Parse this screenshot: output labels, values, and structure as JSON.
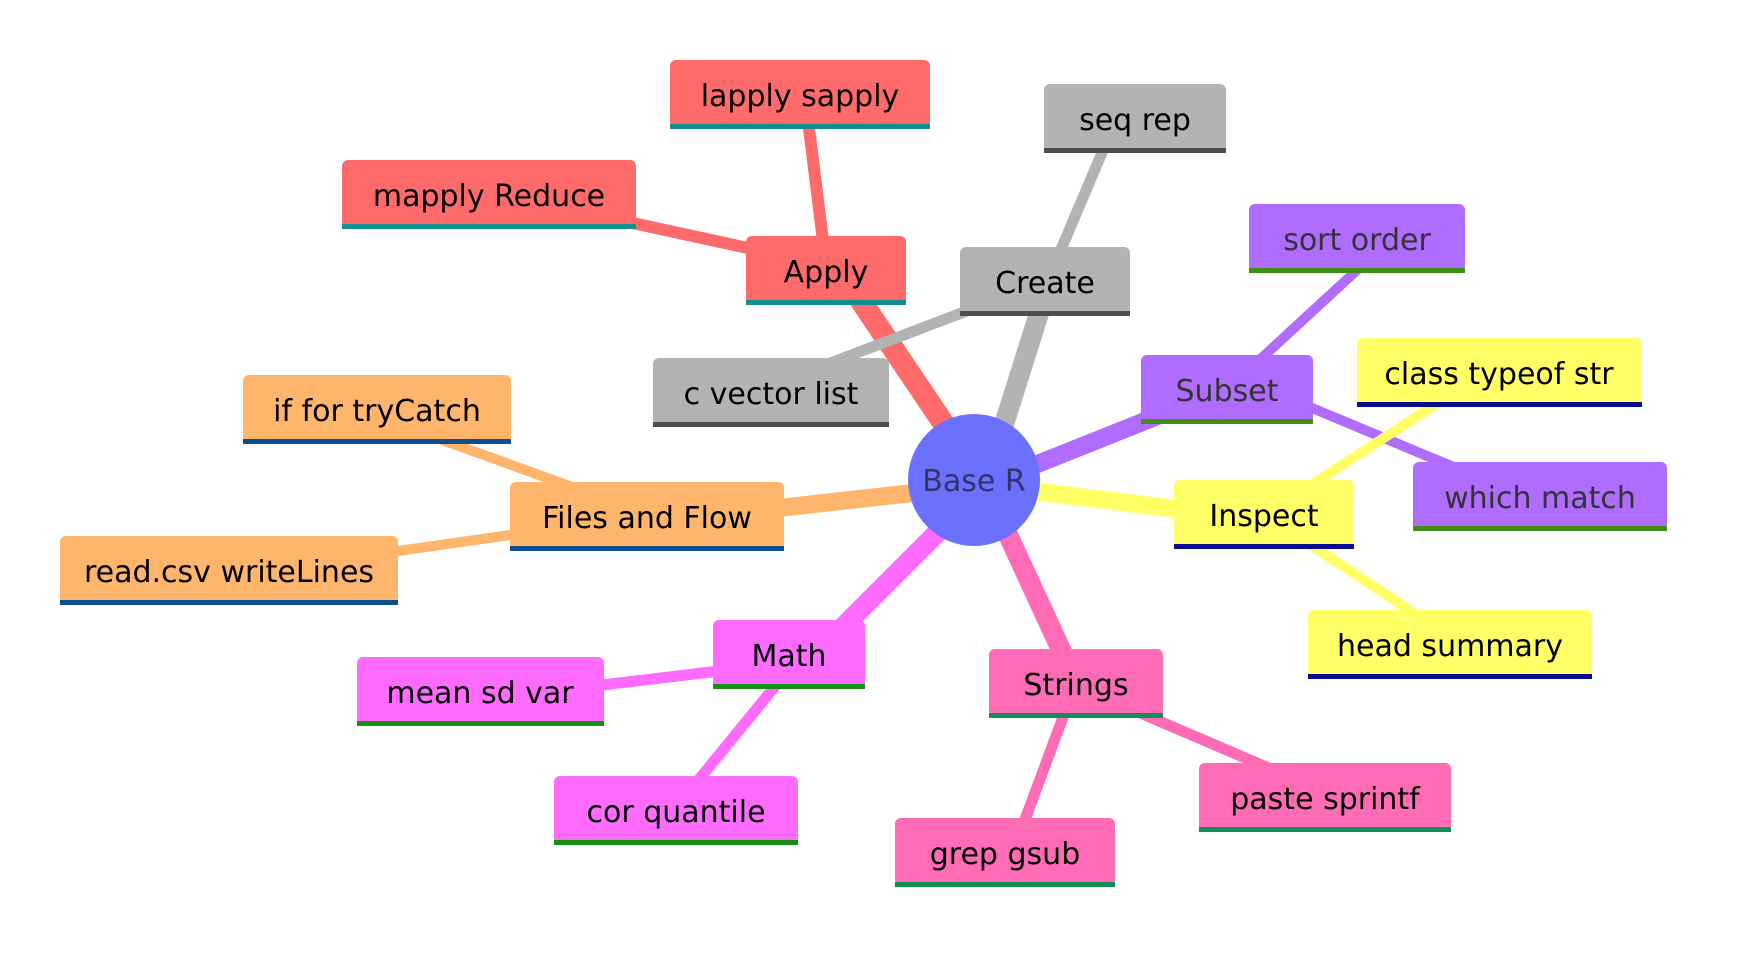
{
  "diagram": {
    "root": {
      "label": "Base R",
      "color": "#6b70ff",
      "text_color": "#333366"
    },
    "branches": [
      {
        "id": "apply",
        "label": "Apply",
        "color": "#ff6b6b",
        "underline": "#138f8f",
        "children": [
          {
            "id": "lapply-sapply",
            "label": "lapply sapply"
          },
          {
            "id": "mapply-reduce",
            "label": "mapply Reduce"
          }
        ]
      },
      {
        "id": "create",
        "label": "Create",
        "color": "#b3b3b3",
        "underline": "#4d4d4d",
        "children": [
          {
            "id": "seq-rep",
            "label": "seq rep"
          },
          {
            "id": "c-vector-list",
            "label": "c vector list"
          }
        ]
      },
      {
        "id": "subset",
        "label": "Subset",
        "color": "#b06bff",
        "underline": "#3f8f12",
        "children": [
          {
            "id": "sort-order",
            "label": "sort order"
          },
          {
            "id": "which-match",
            "label": "which match"
          }
        ]
      },
      {
        "id": "inspect",
        "label": "Inspect",
        "color": "#ffff66",
        "underline": "#0b0b8f",
        "children": [
          {
            "id": "class-typeof-str",
            "label": "class typeof str"
          },
          {
            "id": "head-summary",
            "label": "head summary"
          }
        ]
      },
      {
        "id": "strings",
        "label": "Strings",
        "color": "#ff6bb5",
        "underline": "#138f55",
        "children": [
          {
            "id": "paste-sprintf",
            "label": "paste sprintf"
          },
          {
            "id": "grep-gsub",
            "label": "grep gsub"
          }
        ]
      },
      {
        "id": "math",
        "label": "Math",
        "color": "#ff6bff",
        "underline": "#138f13",
        "children": [
          {
            "id": "mean-sd-var",
            "label": "mean sd var"
          },
          {
            "id": "cor-quantile",
            "label": "cor quantile"
          }
        ]
      },
      {
        "id": "files-and-flow",
        "label": "Files and Flow",
        "color": "#ffb56b",
        "underline": "#0b4f8f",
        "children": [
          {
            "id": "if-for-trycatch",
            "label": "if for tryCatch"
          },
          {
            "id": "read-csv-writelines",
            "label": "read.csv writeLines"
          }
        ]
      }
    ]
  }
}
